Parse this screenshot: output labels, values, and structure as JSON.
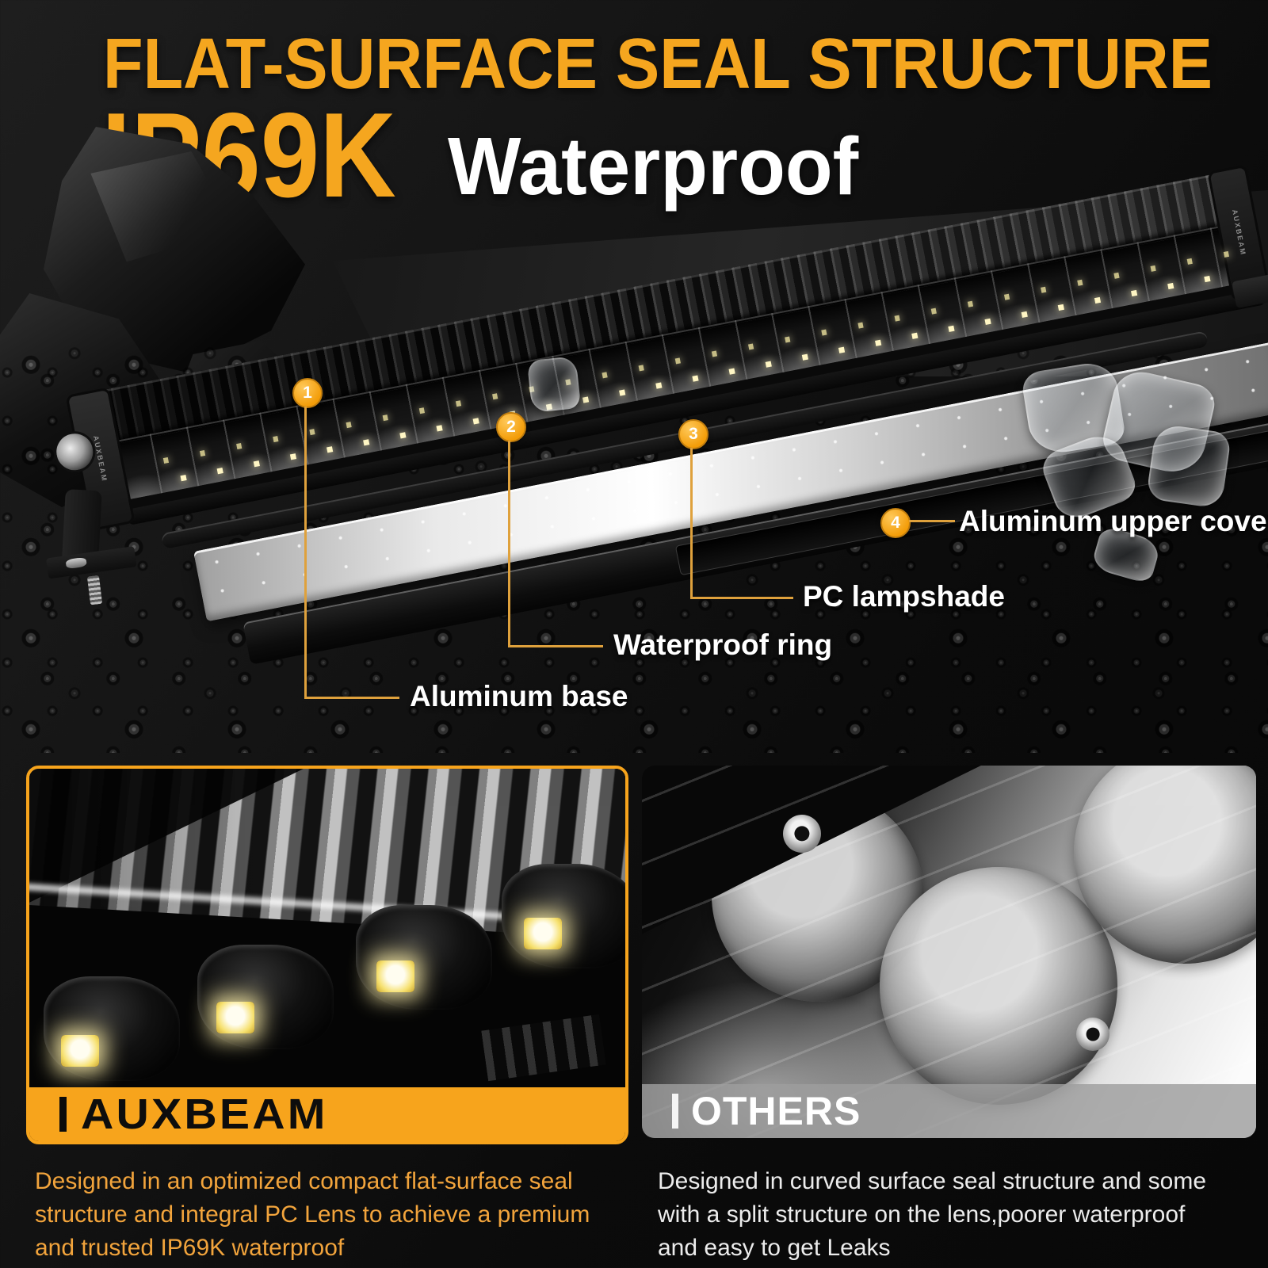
{
  "header": {
    "line1": "FLAT-SURFACE SEAL STRUCTURE",
    "rating": "IP69K",
    "rating_suffix": "Waterproof"
  },
  "diagram": {
    "callouts": [
      {
        "number": "1",
        "label": "Aluminum base"
      },
      {
        "number": "2",
        "label": "Waterproof ring"
      },
      {
        "number": "3",
        "label": "PC lampshade"
      },
      {
        "number": "4",
        "label": "Aluminum upper cover"
      }
    ],
    "endcap_brand": "AUXBEAM"
  },
  "comparison": {
    "auxbeam": {
      "brand": "AUXBEAM",
      "description": "Designed in an optimized compact flat-surface seal structure and integral PC Lens to achieve a premium and trusted IP69K waterproof"
    },
    "others": {
      "brand": "OTHERS",
      "description": "Designed in curved surface seal structure and some with a split structure on the lens,poorer waterproof and easy to get Leaks"
    }
  },
  "colors": {
    "accent_orange": "#F5A61F",
    "banner_orange": "#F7A41C",
    "callout_line_orange": "#DFA13C",
    "description_orange": "#F2A43C",
    "white": "#FFFFFF",
    "background_black": "#0B0B0B"
  }
}
